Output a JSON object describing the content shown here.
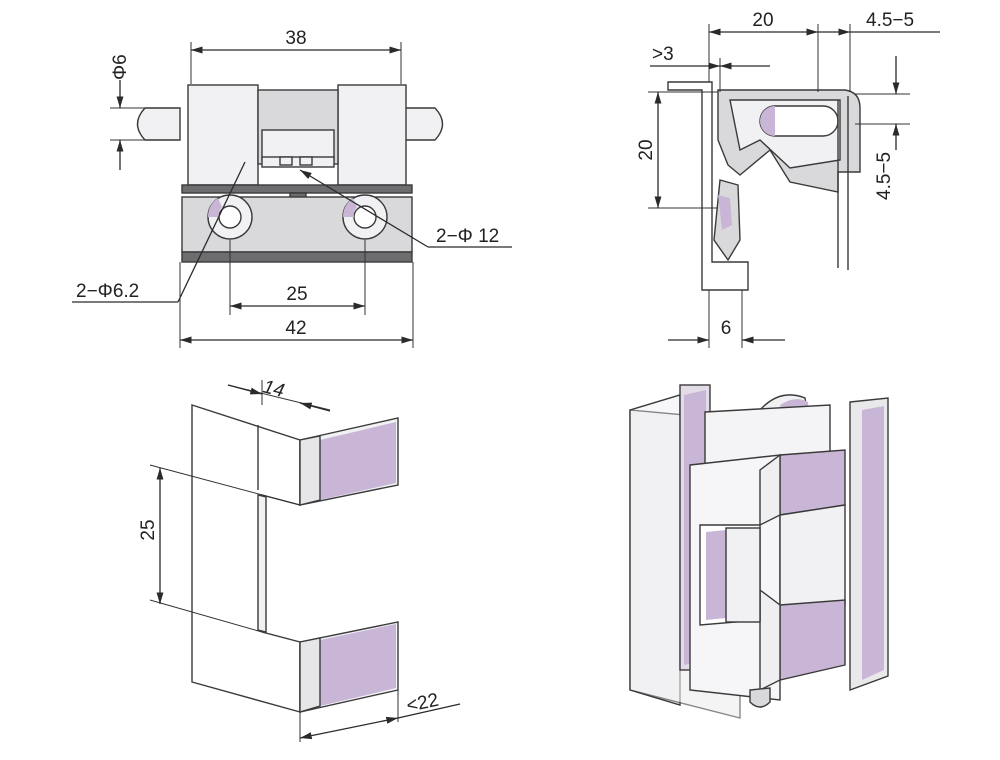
{
  "colors": {
    "line": "#2a2a2a",
    "metal_light": "#f1f1f3",
    "metal_grey": "#d9d9dc",
    "metal_dark": "#6d6d70",
    "accent_lilac": "#c9b6d6"
  },
  "front_view": {
    "dim_width_top": "38",
    "dim_pin_diameter": "Φ6",
    "dim_hole_small": "2−Φ6.2",
    "dim_hole_large": "2−Φ 12",
    "dim_hole_spacing": "25",
    "dim_width_bottom": "42"
  },
  "side_view": {
    "dim_top_width": "20",
    "dim_top_offset": "4.5−5",
    "dim_lip": ">3",
    "dim_height": "20",
    "dim_right_offset": "4.5−5",
    "dim_bottom": "6"
  },
  "cutout_view": {
    "dim_depth": "14",
    "dim_height": "25",
    "dim_bottom": "<22"
  },
  "iso_view": {}
}
